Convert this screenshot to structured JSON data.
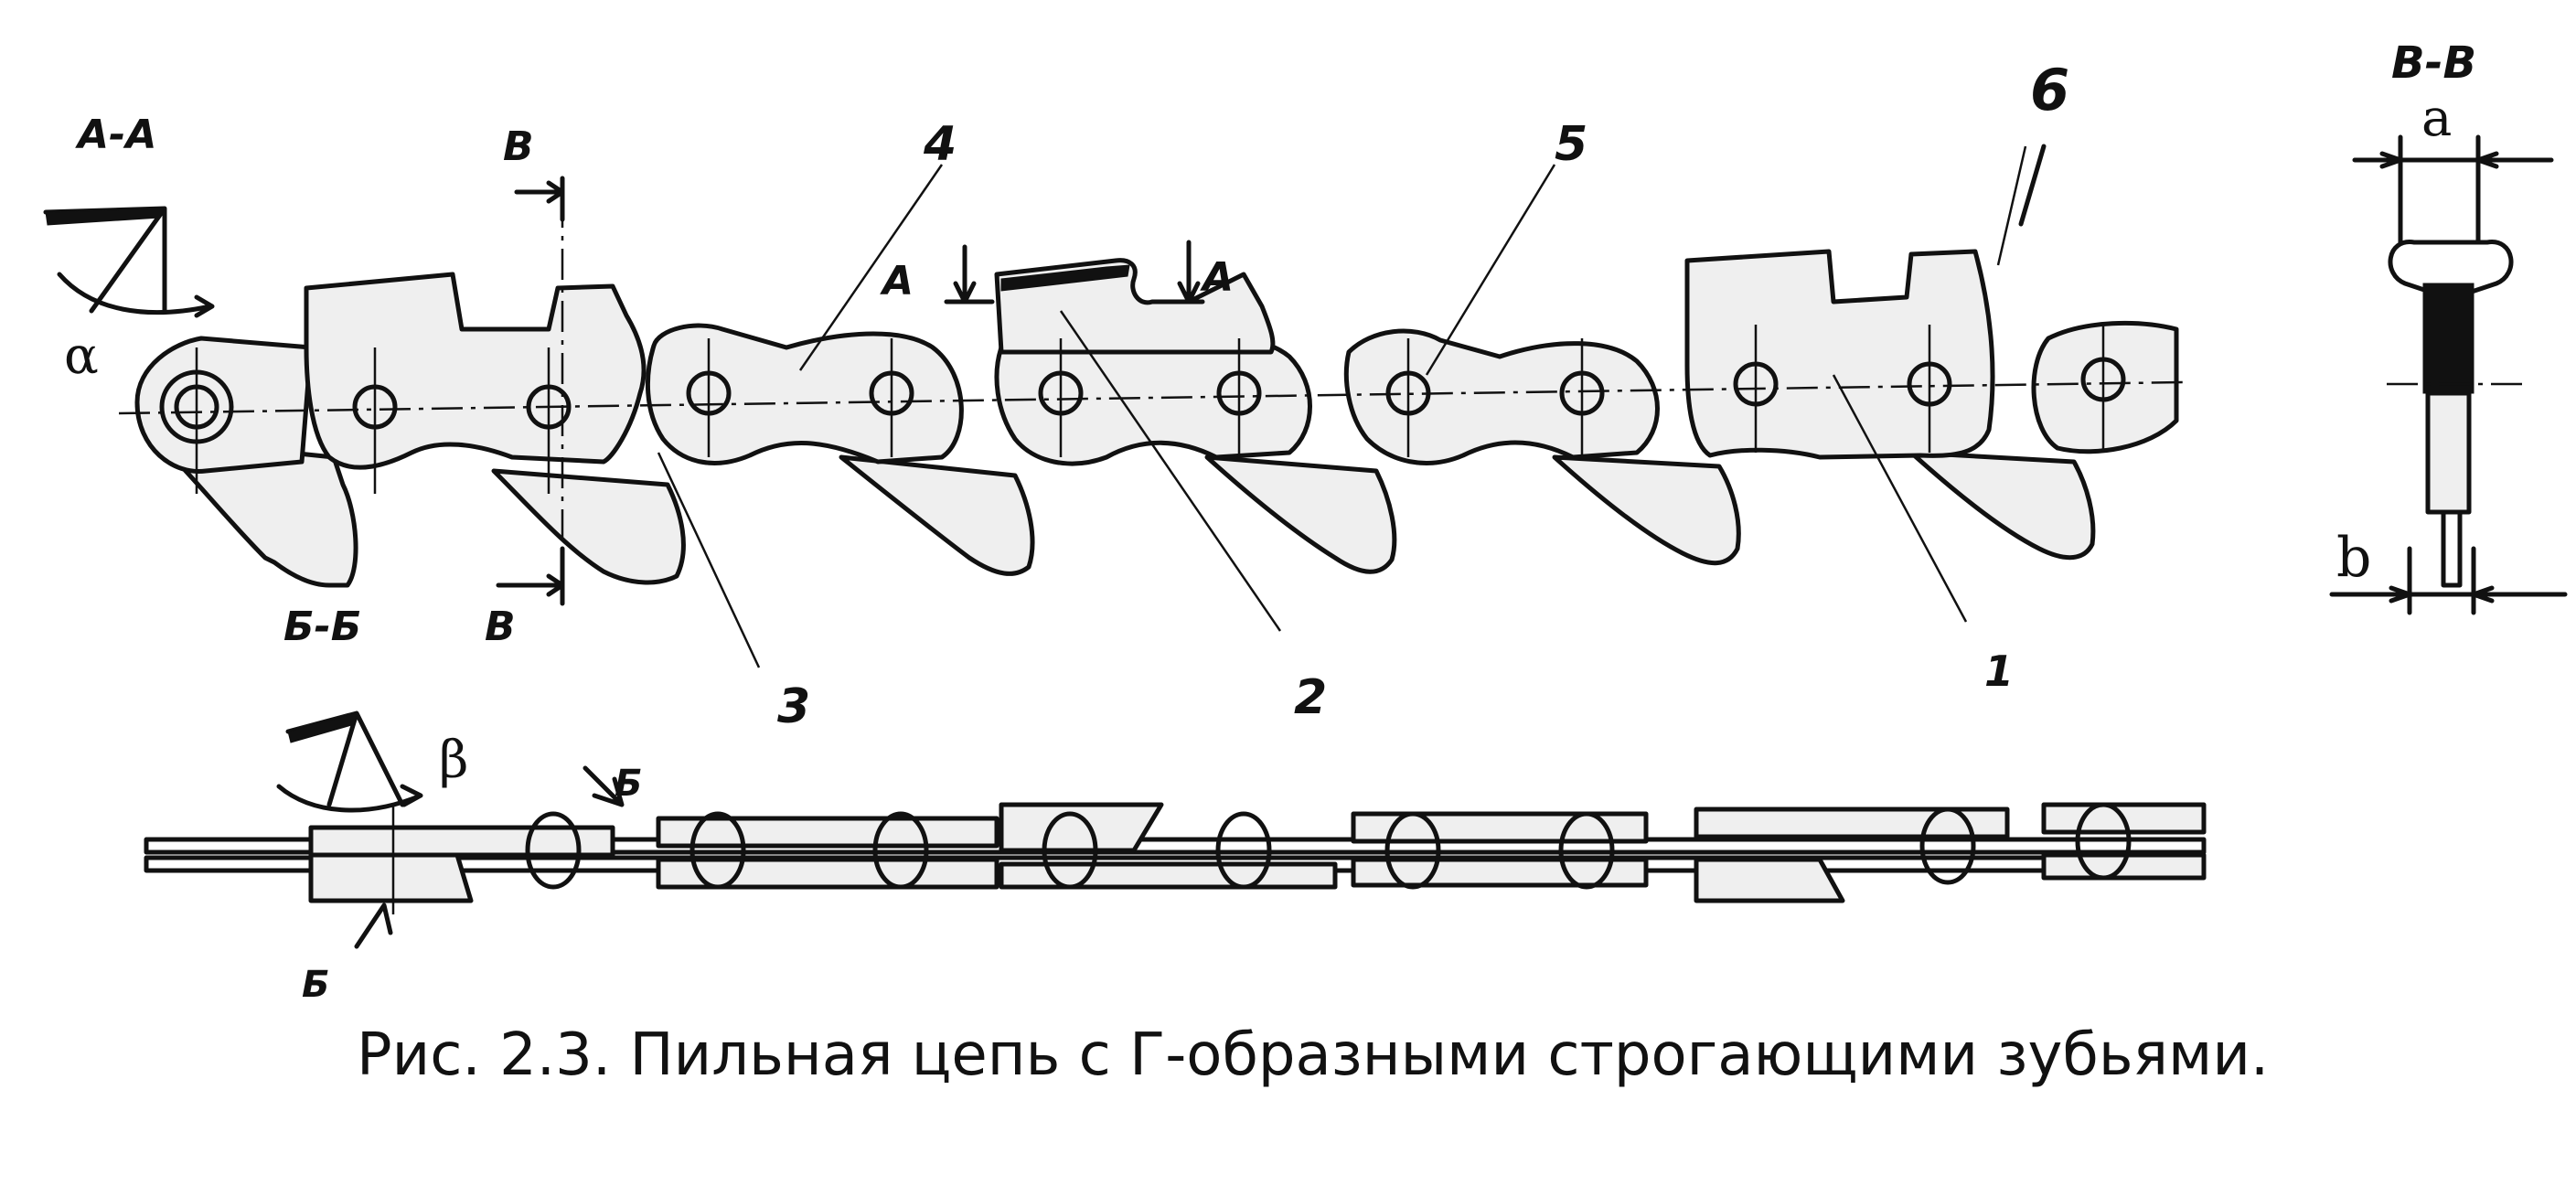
{
  "labels": {
    "section_aa": "А-А",
    "section_bb": "Б-Б",
    "section_vv": "В-В",
    "mark_v_top": "В",
    "mark_v_bottom": "В",
    "mark_a_left": "А",
    "mark_a_right": "А",
    "mark_b_top": "Б",
    "mark_b_bottom": "Б",
    "alpha": "α",
    "beta": "β",
    "dim_a": "a",
    "dim_b": "b",
    "part_1": "1",
    "part_2": "2",
    "part_3": "3",
    "part_4": "4",
    "part_5": "5",
    "part_6": "6"
  },
  "caption": "Рис. 2.3. Пильная цепь с Г-образными строгающими зубьями."
}
